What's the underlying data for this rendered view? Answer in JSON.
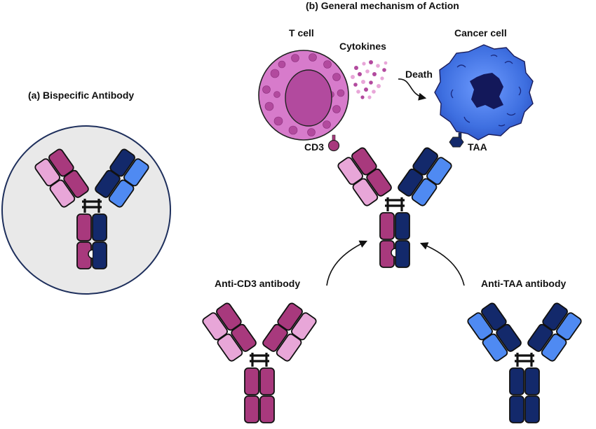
{
  "labels": {
    "panel_a_title": "(a) Bispecific Antibody",
    "panel_b_title": "(b) General mechanism of Action",
    "t_cell": "T cell",
    "cancer_cell": "Cancer cell",
    "cytokines": "Cytokines",
    "death": "Death",
    "cd3": "CD3",
    "taa": "TAA",
    "anti_cd3": "Anti-CD3 antibody",
    "anti_taa": "Anti-TAA antibody"
  },
  "colors": {
    "magenta": "#a8397d",
    "pink_light": "#e8a6d8",
    "navy": "#13296b",
    "blue_light": "#4f8af2",
    "tcell_fill": "#d77bcb",
    "tcell_dark": "#b24a9e",
    "cancer_fill": "#3f72e0",
    "cancer_dark": "#13185a",
    "circle_bg": "#e9e9e9",
    "circle_border": "#1e2f5c"
  }
}
